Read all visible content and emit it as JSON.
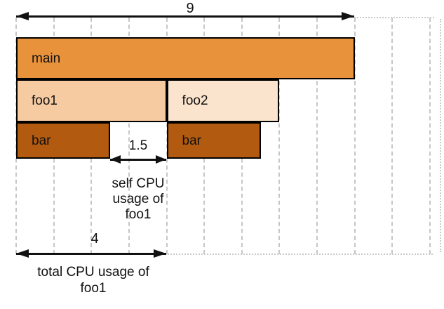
{
  "colors": {
    "main": "#e8923c",
    "foo1": "#f6cba2",
    "foo2": "#fae4cd",
    "bar": "#b25a0f",
    "frame_border": "#000000",
    "grid": "#c7c7c7",
    "arrow": "#111111"
  },
  "flame_chart": {
    "type": "flame-diagram",
    "total_units": 9,
    "grid_units": 11,
    "rows": [
      {
        "frames": [
          {
            "label": "main",
            "start": 0,
            "width": 9,
            "color_key": "main"
          }
        ]
      },
      {
        "frames": [
          {
            "label": "foo1",
            "start": 0,
            "width": 4,
            "color_key": "foo1"
          },
          {
            "label": "foo2",
            "start": 4,
            "width": 3,
            "color_key": "foo2"
          }
        ]
      },
      {
        "frames": [
          {
            "label": "bar",
            "start": 0,
            "width": 2.5,
            "color_key": "bar"
          },
          {
            "label": "bar",
            "start": 4,
            "width": 2.5,
            "color_key": "bar"
          }
        ]
      }
    ]
  },
  "annotations": {
    "total_width": {
      "value": "9"
    },
    "self_cpu": {
      "value": "1.5",
      "label_lines": [
        "self CPU",
        "usage of",
        "foo1"
      ]
    },
    "total_cpu": {
      "value": "4",
      "label_lines": [
        "total CPU usage of",
        "foo1"
      ]
    }
  }
}
